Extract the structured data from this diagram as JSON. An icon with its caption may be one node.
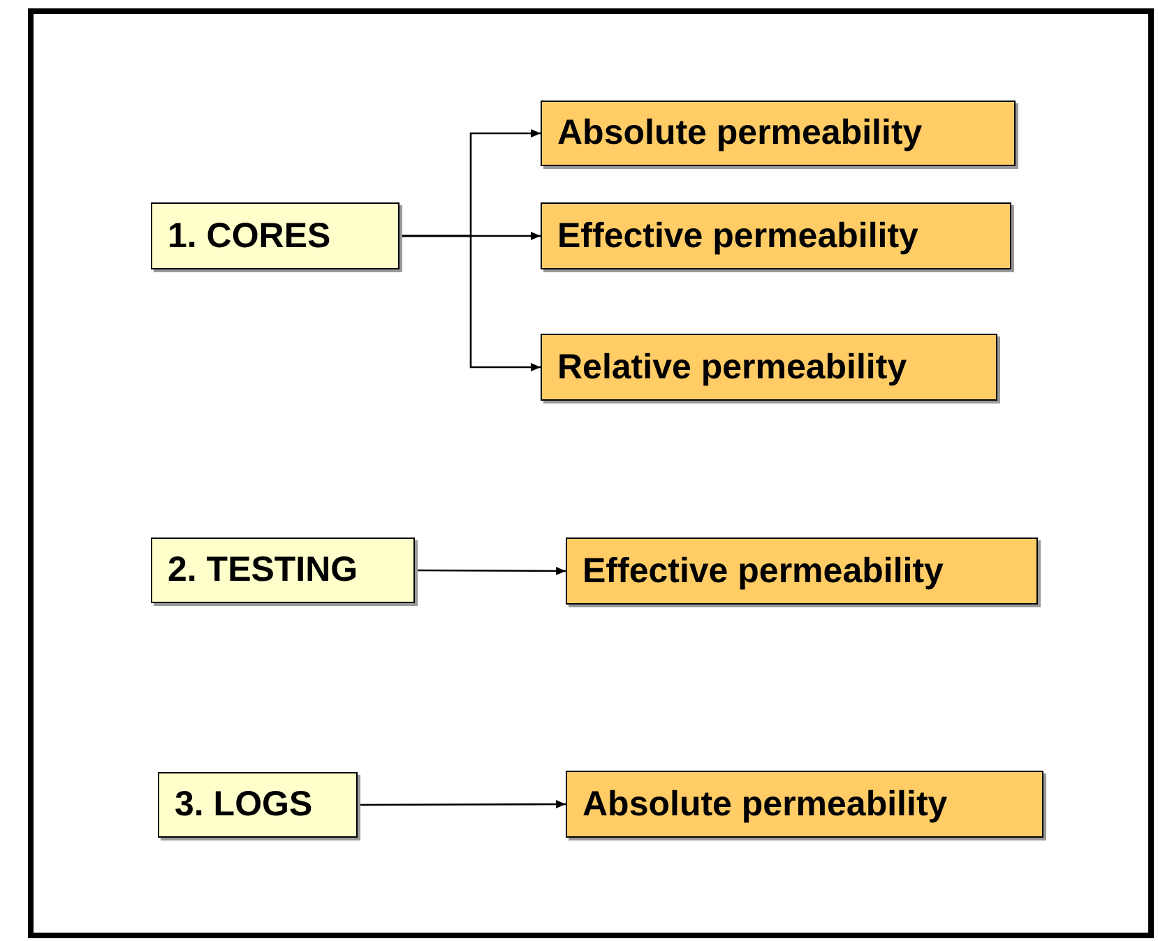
{
  "diagram": {
    "nodes": [
      {
        "text": [
          "1. CORES"
        ]
      },
      {
        "text": [
          "Absolute permeability"
        ]
      },
      {
        "text": [
          "Effective permeability"
        ]
      },
      {
        "text": [
          "Relative permeability"
        ]
      },
      {
        "text": [
          "2. TESTING"
        ]
      },
      {
        "text": [
          "Effective permeability"
        ]
      },
      {
        "text": [
          "3. LOGS"
        ]
      },
      {
        "text": [
          "Absolute permeability"
        ]
      }
    ],
    "edges": [
      {
        "from": 0,
        "to": 1,
        "arrow": "to"
      },
      {
        "from": 0,
        "to": 2,
        "arrow": "to"
      },
      {
        "from": 0,
        "to": 3,
        "arrow": "to"
      },
      {
        "from": 4,
        "to": 5,
        "arrow": "to"
      },
      {
        "from": 6,
        "to": 7,
        "arrow": "to"
      }
    ]
  }
}
